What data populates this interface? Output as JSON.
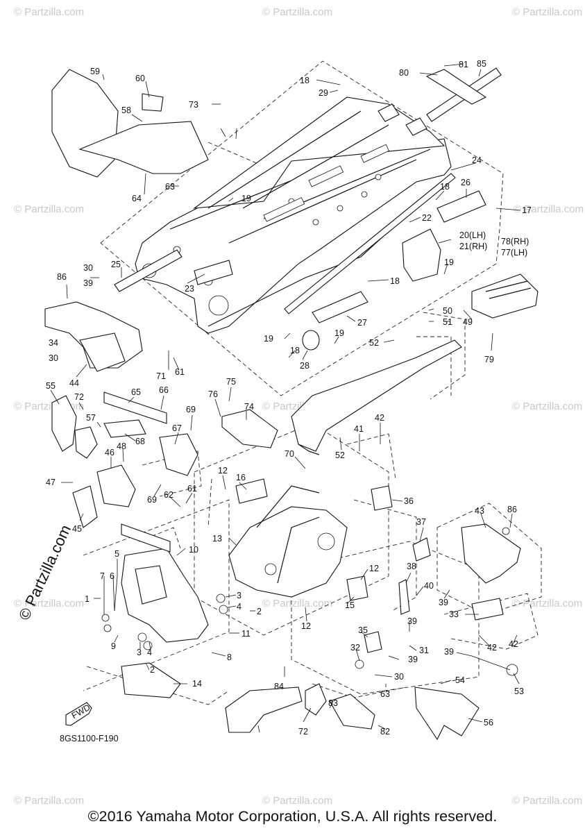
{
  "watermark_text": "© Partzilla.com",
  "watermark_main": "© Partzilla.com",
  "diagram_code": "8GS1100-F190",
  "fwd_label": "FWD",
  "copyright": "©2016 Yamaha Motor Corporation, U.S.A. All rights reserved.",
  "callouts": [
    "59",
    "60",
    "58",
    "73",
    "18",
    "29",
    "63",
    "64",
    "80",
    "81",
    "85",
    "19",
    "24",
    "18",
    "26",
    "17",
    "22",
    "20(LH)",
    "21(RH)",
    "78(RH)",
    "77(LH)",
    "25",
    "30",
    "39",
    "86",
    "23",
    "19",
    "18",
    "34",
    "30",
    "27",
    "50",
    "51",
    "49",
    "19",
    "19",
    "52",
    "18",
    "28",
    "71",
    "61",
    "44",
    "79",
    "55",
    "72",
    "65",
    "66",
    "75",
    "76",
    "74",
    "69",
    "57",
    "67",
    "68",
    "48",
    "46",
    "42",
    "41",
    "70",
    "52",
    "12",
    "16",
    "47",
    "45",
    "69",
    "62",
    "61",
    "36",
    "13",
    "10",
    "43",
    "86",
    "5",
    "7",
    "6",
    "1",
    "3",
    "4",
    "2",
    "11",
    "9",
    "8",
    "3",
    "4",
    "2",
    "14",
    "37",
    "38",
    "40",
    "39",
    "33",
    "15",
    "12",
    "12",
    "35",
    "39",
    "32",
    "31",
    "39",
    "42",
    "42",
    "39",
    "53",
    "30",
    "63",
    "84",
    "54",
    "83",
    "56",
    "72",
    "82"
  ]
}
